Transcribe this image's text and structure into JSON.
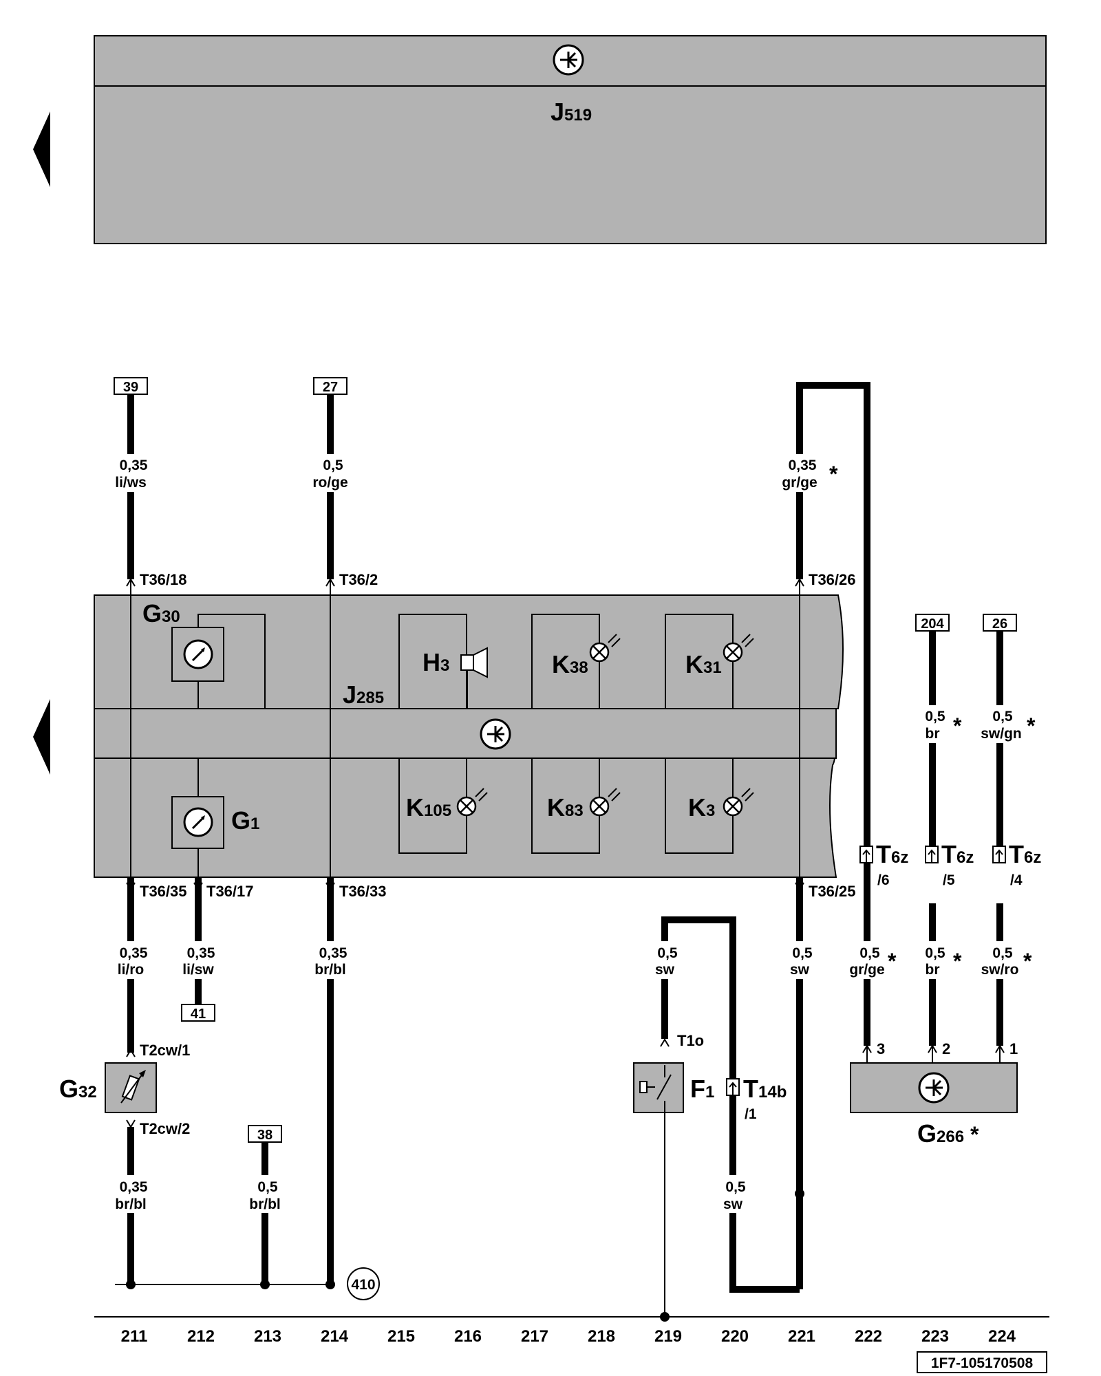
{
  "diagram_id": "1F7-105170508",
  "modules": {
    "top": {
      "main": "J",
      "sub": "519"
    },
    "cluster": {
      "main": "J",
      "sub": "285"
    }
  },
  "components": {
    "G30": {
      "main": "G",
      "sub": "30"
    },
    "G1": {
      "main": "G",
      "sub": "1"
    },
    "H3": {
      "main": "H",
      "sub": "3"
    },
    "K38": {
      "main": "K",
      "sub": "38"
    },
    "K31": {
      "main": "K",
      "sub": "31"
    },
    "K105": {
      "main": "K",
      "sub": "105"
    },
    "K83": {
      "main": "K",
      "sub": "83"
    },
    "K3": {
      "main": "K",
      "sub": "3"
    },
    "G32": {
      "main": "G",
      "sub": "32"
    },
    "F1": {
      "main": "F",
      "sub": "1"
    },
    "G266": {
      "main": "G",
      "sub": "266"
    }
  },
  "connectors": {
    "t6z": {
      "main": "T",
      "sub": "6z"
    },
    "t14b": {
      "main": "T",
      "sub": "14b"
    },
    "p6": "/6",
    "p5": "/5",
    "p4": "/4",
    "p1": "/1"
  },
  "ref_boxes": {
    "b39": "39",
    "b27": "27",
    "b204": "204",
    "b26": "26",
    "b41": "41",
    "b38": "38"
  },
  "ground_point": "410",
  "star": "*",
  "pins": {
    "t36_18": "T36/18",
    "t36_2": "T36/2",
    "t36_26": "T36/26",
    "t36_35": "T36/35",
    "t36_17": "T36/17",
    "t36_33": "T36/33",
    "t36_25": "T36/25",
    "t2cw1": "T2cw/1",
    "t2cw2": "T2cw/2",
    "t1o": "T1o",
    "g266_3": "3",
    "g266_2": "2",
    "g266_1": "1"
  },
  "wires": {
    "w211_top": {
      "size": "0,35",
      "color": "li/ws"
    },
    "w214_top": {
      "size": "0,5",
      "color": "ro/ge"
    },
    "w221_top": {
      "size": "0,35",
      "color": "gr/ge"
    },
    "w223_top": {
      "size": "0,5",
      "color": "br"
    },
    "w224_top": {
      "size": "0,5",
      "color": "sw/gn"
    },
    "w211_mid": {
      "size": "0,35",
      "color": "li/ro"
    },
    "w212_mid": {
      "size": "0,35",
      "color": "li/sw"
    },
    "w214_mid": {
      "size": "0,35",
      "color": "br/bl"
    },
    "w219_mid": {
      "size": "0,5",
      "color": "sw"
    },
    "w221_mid": {
      "size": "0,5",
      "color": "sw"
    },
    "w222_mid": {
      "size": "0,5",
      "color": "gr/ge"
    },
    "w223_mid": {
      "size": "0,5",
      "color": "br"
    },
    "w224_mid": {
      "size": "0,5",
      "color": "sw/ro"
    },
    "w211_bot": {
      "size": "0,35",
      "color": "br/bl"
    },
    "w213_bot": {
      "size": "0,5",
      "color": "br/bl"
    },
    "w220_bot": {
      "size": "0,5",
      "color": "sw"
    }
  },
  "columns": [
    "211",
    "212",
    "213",
    "214",
    "215",
    "216",
    "217",
    "218",
    "219",
    "220",
    "221",
    "222",
    "223",
    "224"
  ],
  "colors": {
    "module_fill": "#b3b3b3",
    "line": "#000000",
    "background": "#ffffff"
  }
}
